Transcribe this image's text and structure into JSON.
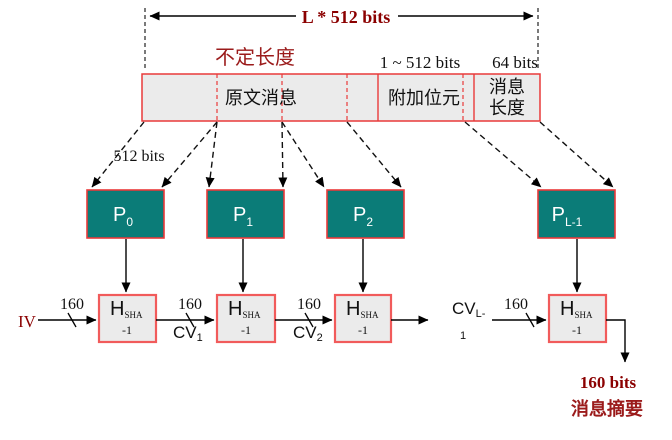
{
  "colors": {
    "dark_red": "#8b0000",
    "cjk_red": "#9b1b1b",
    "border_red": "#e93a3a",
    "h_border": "#f15b5b",
    "teal": "#0b7c78",
    "box_fill": "#ebebeb"
  },
  "dimension": {
    "label": "L * 512 bits"
  },
  "header": {
    "variable_length": "不定长度",
    "padding_range": "1 ~ 512 bits",
    "length_bits": "64 bits"
  },
  "message_box": {
    "original": "原文消息",
    "padding": "附加位元",
    "length_line1": "消息",
    "length_line2": "长度"
  },
  "fan": {
    "block_size": "512 bits"
  },
  "p_blocks": [
    {
      "base": "P",
      "sub": "0"
    },
    {
      "base": "P",
      "sub": "1"
    },
    {
      "base": "P",
      "sub": "2"
    },
    {
      "base": "P",
      "sub": "L-1"
    }
  ],
  "h_box": {
    "base": "H",
    "sub": "SHA",
    "line2": "-1"
  },
  "chain": {
    "iv": "IV",
    "bus_width": "160",
    "cv1_base": "CV",
    "cv1_sub": "1",
    "cv2_base": "CV",
    "cv2_sub": "2",
    "cvl_base": "CV",
    "cvl_sub": "L-",
    "cvl_wrap": "1"
  },
  "output": {
    "bits": "160 bits",
    "digest": "消息摘要"
  }
}
